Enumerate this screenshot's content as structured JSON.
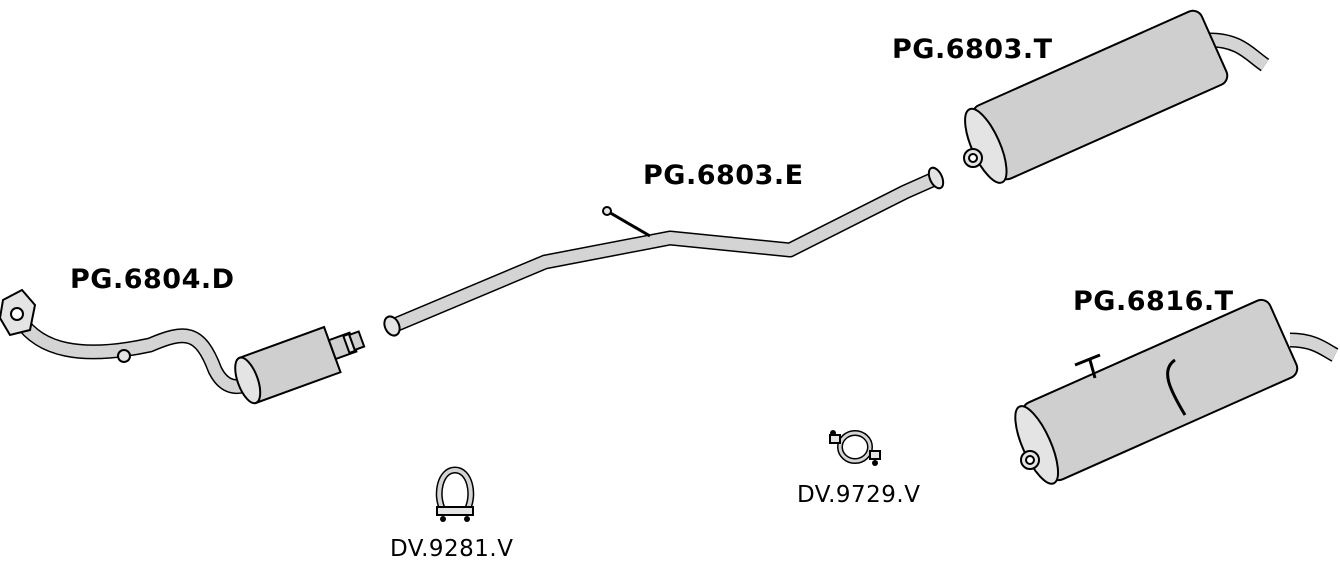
{
  "parts": [
    {
      "code": "PG.6803.T"
    },
    {
      "code": "PG.6803.E"
    },
    {
      "code": "PG.6804.D"
    },
    {
      "code": "PG.6816.T"
    },
    {
      "code": "DV.9281.V"
    },
    {
      "code": "DV.9729.V"
    }
  ],
  "colors": {
    "fill": "#cfcfcf",
    "outline": "#000000"
  }
}
